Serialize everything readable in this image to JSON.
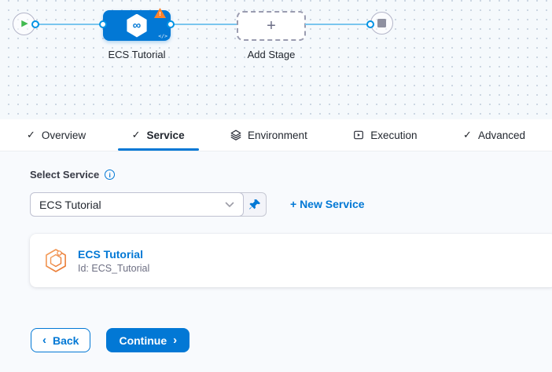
{
  "canvas": {
    "stage": {
      "label": "ECS Tutorial"
    },
    "add_stage": {
      "label": "Add Stage"
    }
  },
  "tabs": [
    {
      "label": "Overview",
      "icon": "check",
      "active": false
    },
    {
      "label": "Service",
      "icon": "check",
      "active": true
    },
    {
      "label": "Environment",
      "icon": "environment",
      "active": false
    },
    {
      "label": "Execution",
      "icon": "execution",
      "active": false
    },
    {
      "label": "Advanced",
      "icon": "check",
      "active": false
    }
  ],
  "service_form": {
    "label": "Select Service",
    "selected_value": "ECS Tutorial",
    "new_service_link": "+ New Service",
    "card": {
      "title": "ECS Tutorial",
      "id_text": "Id: ECS_Tutorial"
    }
  },
  "footer": {
    "back": "Back",
    "continue": "Continue"
  },
  "icons": {
    "check": "✓",
    "plus": "+",
    "play": "▶",
    "infinity": "∞",
    "code": "</>",
    "warning": "!",
    "info": "i",
    "back_chevron": "‹",
    "continue_chevron": "›"
  },
  "colors": {
    "primary_blue": "#0278d5",
    "edge_blue": "#7ac6ee",
    "warning_orange": "#ff832b",
    "start_green": "#42ba50",
    "canvas_bg": "#f5f9fc",
    "content_bg": "#f8fafd"
  }
}
